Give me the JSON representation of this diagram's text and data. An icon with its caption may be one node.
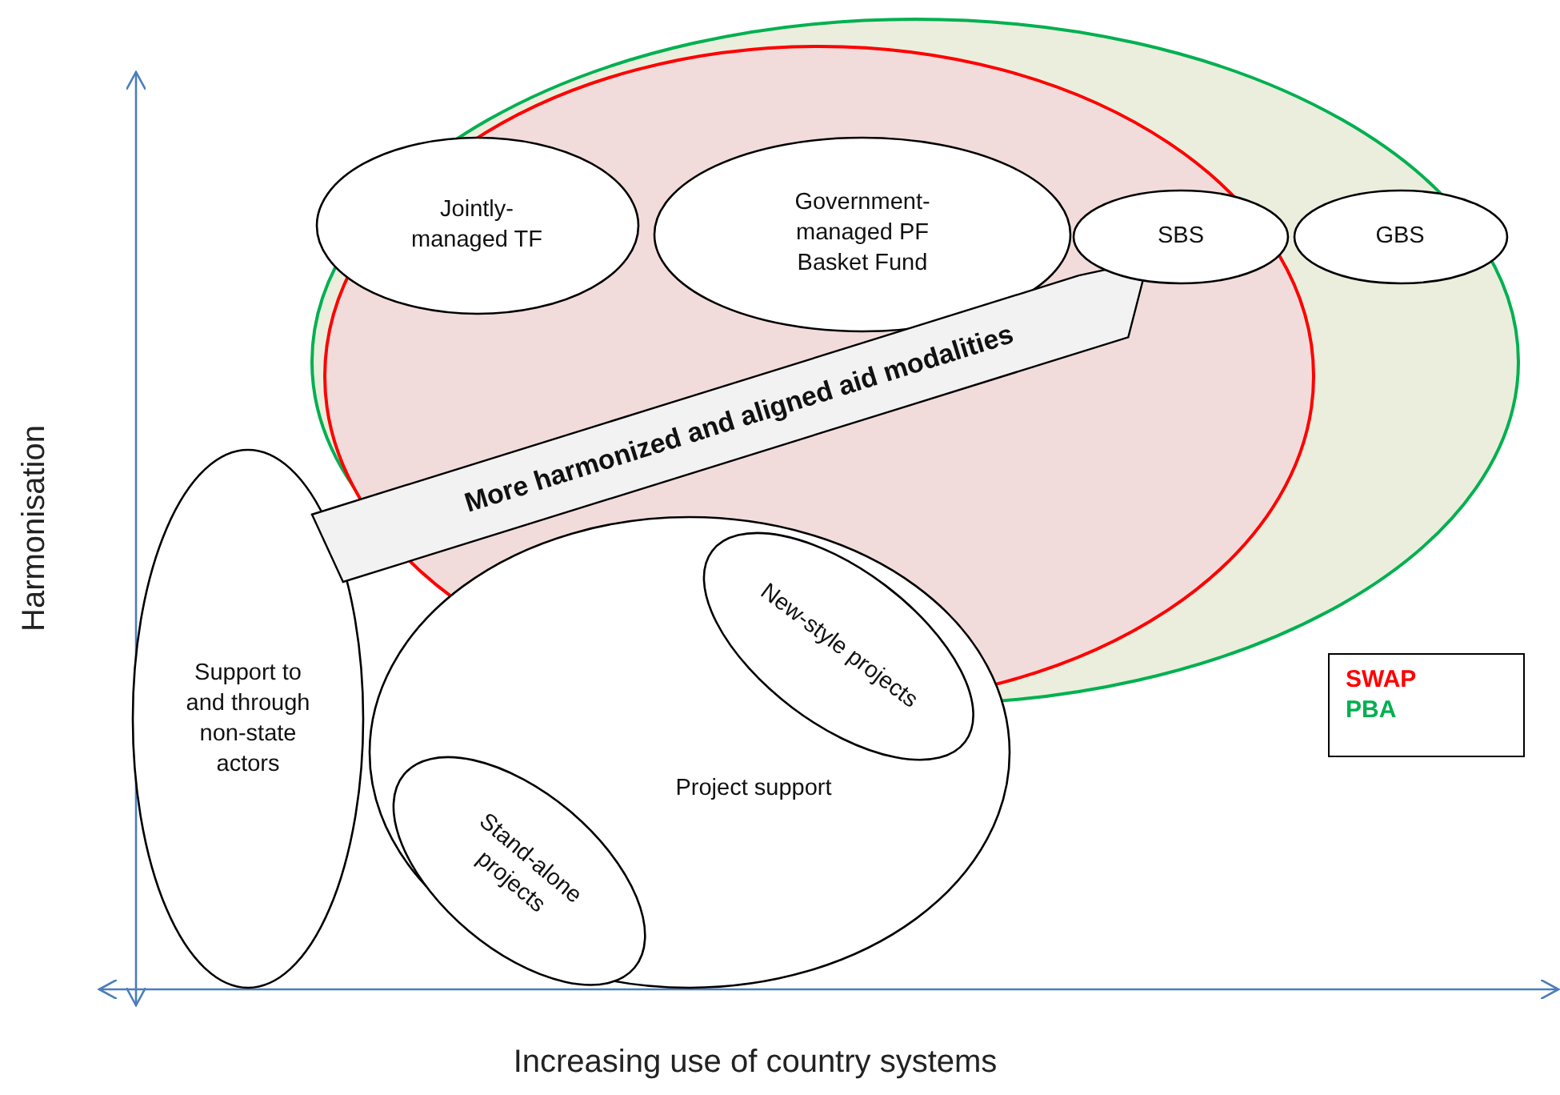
{
  "diagram": {
    "nodes": [
      {
        "text": [
          "Jointly-managed TF"
        ]
      },
      {
        "text": [
          "Government-managed PF Basket Fund"
        ]
      },
      {
        "text": [
          "SBS"
        ]
      },
      {
        "text": [
          "GBS"
        ]
      },
      {
        "text": [
          "More harmonized and aligned aid modalities"
        ]
      },
      {
        "text": [
          "Support to and through non-state actors"
        ]
      },
      {
        "text": [
          "Project support"
        ]
      },
      {
        "text": [
          "New-style projects"
        ],
        "in": 6
      },
      {
        "text": [
          "Stand-alone projects"
        ],
        "in": 6
      }
    ],
    "labels": [
      "Harmonisation",
      "Increasing use of country systems"
    ],
    "legend": [
      {
        "text": "SWAP",
        "color": "#ff0000"
      },
      {
        "text": "PBA",
        "color": "#00b050"
      }
    ]
  }
}
